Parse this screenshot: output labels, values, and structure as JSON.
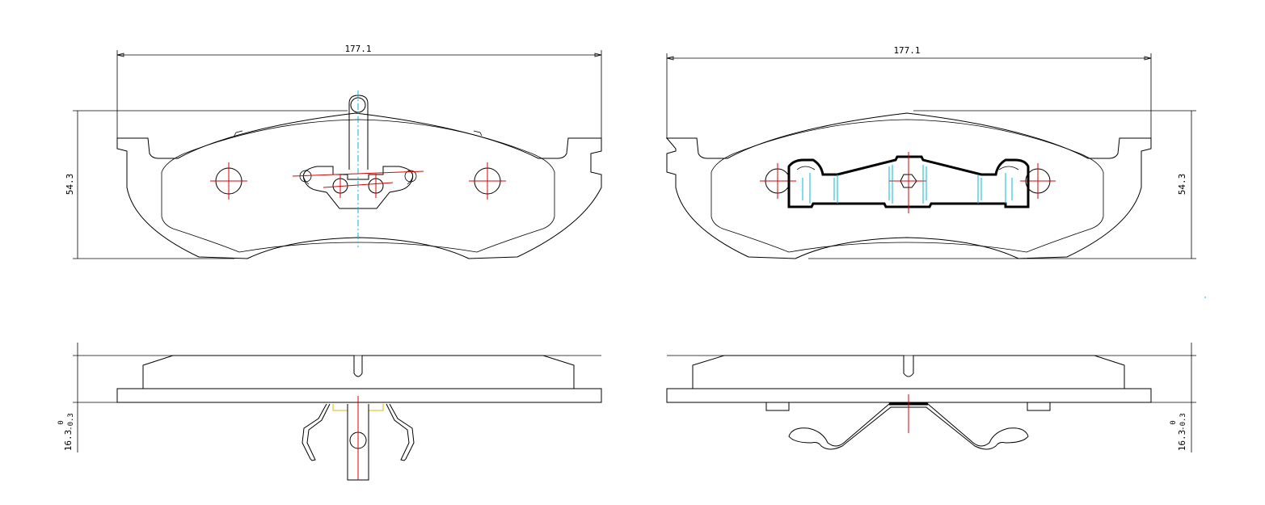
{
  "views": {
    "front_left": {
      "width_dim": "177.1",
      "height_dim": "54.3"
    },
    "front_right": {
      "width_dim": "177.1",
      "height_dim": "54.3"
    },
    "side_left": {
      "thickness_dim": "16.3",
      "tol_upper": "0",
      "tol_lower": "-0.3"
    },
    "side_right": {
      "thickness_dim": "16.3",
      "tol_upper": "0",
      "tol_lower": "-0.3"
    }
  },
  "colors": {
    "outline": "#000000",
    "centerline_red": "#e00000",
    "centerline_cyan": "#00b8e0",
    "shim_yellow": "#d8c000"
  }
}
